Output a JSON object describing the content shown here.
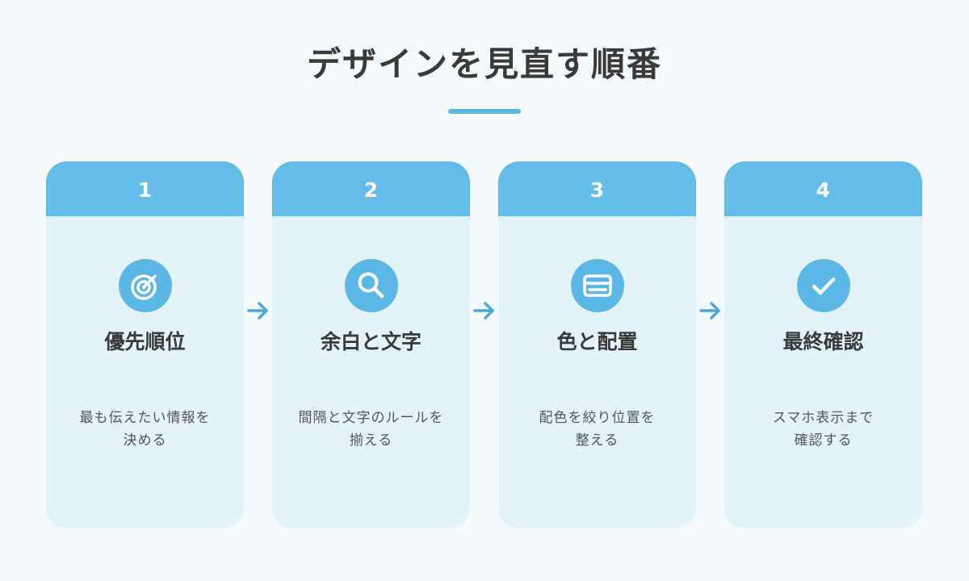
{
  "title": "デザインを見直す順番",
  "accent_color": "#5bb8e6",
  "steps": [
    {
      "number": "1",
      "icon": "target-icon",
      "heading": "優先順位",
      "description": "最も伝えたい情報を\n決める"
    },
    {
      "number": "2",
      "icon": "magnifier-icon",
      "heading": "余白と文字",
      "description": "間隔と文字のルールを\n揃える"
    },
    {
      "number": "3",
      "icon": "card-layout-icon",
      "heading": "色と配置",
      "description": "配色を絞り位置を\n整える"
    },
    {
      "number": "4",
      "icon": "checkmark-icon",
      "heading": "最終確認",
      "description": "スマホ表示まで\n確認する"
    }
  ]
}
